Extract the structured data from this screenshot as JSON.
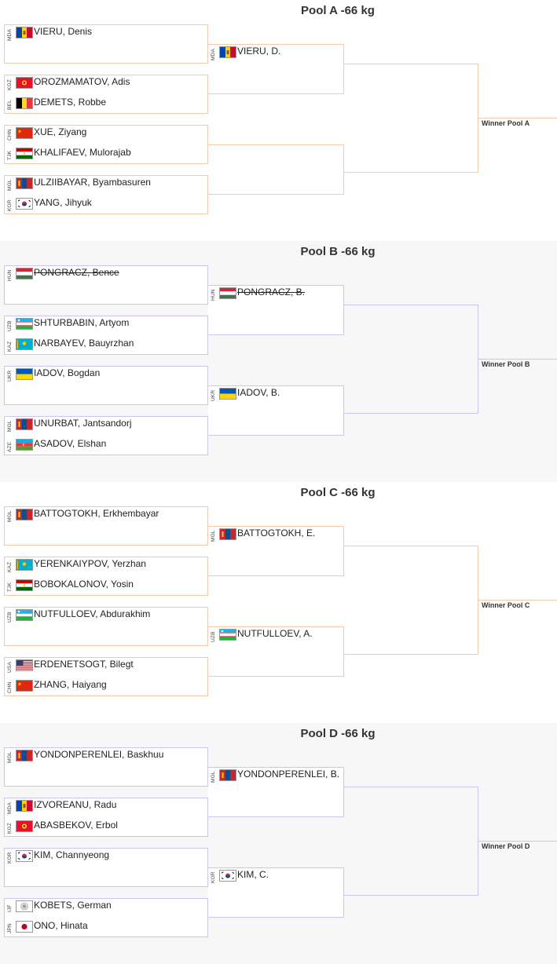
{
  "pools": [
    {
      "title": "Pool A -66 kg",
      "winner_label": "Winner Pool A",
      "matches": [
        {
          "a": {
            "code": "MDA",
            "flag": "mda",
            "name": "VIERU, Denis"
          },
          "b": null
        },
        {
          "a": {
            "code": "KGZ",
            "flag": "kgz",
            "name": "OROZMAMATOV, Adis"
          },
          "b": {
            "code": "BEL",
            "flag": "bel",
            "name": "DEMETS, Robbe"
          }
        },
        {
          "a": {
            "code": "CHN",
            "flag": "chn",
            "name": "XUE, Ziyang"
          },
          "b": {
            "code": "TJK",
            "flag": "tjk",
            "name": "KHALIFAEV, Mulorajab"
          }
        },
        {
          "a": {
            "code": "MGL",
            "flag": "mgl",
            "name": "ULZIIBAYAR, Byambasuren"
          },
          "b": {
            "code": "KOR",
            "flag": "kor",
            "name": "YANG, Jihyuk"
          }
        }
      ],
      "advancers": [
        {
          "code": "MDA",
          "flag": "mda",
          "name": "VIERU, D."
        },
        null
      ]
    },
    {
      "title": "Pool B -66 kg",
      "winner_label": "Winner Pool B",
      "matches": [
        {
          "a": {
            "code": "HUN",
            "flag": "hun",
            "name": "PONGRACZ, Bence",
            "struck": true
          },
          "b": null
        },
        {
          "a": {
            "code": "UZB",
            "flag": "uzb",
            "name": "SHTURBABIN, Artyom"
          },
          "b": {
            "code": "KAZ",
            "flag": "kaz",
            "name": "NARBAYEV, Bauyrzhan"
          }
        },
        {
          "a": {
            "code": "UKR",
            "flag": "ukr",
            "name": "IADOV, Bogdan"
          },
          "b": null
        },
        {
          "a": {
            "code": "MGL",
            "flag": "mgl",
            "name": "UNURBAT, Jantsandorj"
          },
          "b": {
            "code": "AZE",
            "flag": "aze",
            "name": "ASADOV, Elshan"
          }
        }
      ],
      "advancers": [
        {
          "code": "HUN",
          "flag": "hun",
          "name": "PONGRACZ, B.",
          "struck": true
        },
        {
          "code": "UKR",
          "flag": "ukr",
          "name": "IADOV, B."
        }
      ]
    },
    {
      "title": "Pool C -66 kg",
      "winner_label": "Winner Pool C",
      "matches": [
        {
          "a": {
            "code": "MGL",
            "flag": "mgl",
            "name": "BATTOGTOKH, Erkhembayar"
          },
          "b": null
        },
        {
          "a": {
            "code": "KAZ",
            "flag": "kaz",
            "name": "YERENKAIYPOV, Yerzhan"
          },
          "b": {
            "code": "TJK",
            "flag": "tjk",
            "name": "BOBOKALONOV, Yosin"
          }
        },
        {
          "a": {
            "code": "UZB",
            "flag": "uzb",
            "name": "NUTFULLOEV, Abdurakhim"
          },
          "b": null
        },
        {
          "a": {
            "code": "USA",
            "flag": "usa",
            "name": "ERDENETSOGT, Bilegt"
          },
          "b": {
            "code": "CHN",
            "flag": "chn",
            "name": "ZHANG, Haiyang"
          }
        }
      ],
      "advancers": [
        {
          "code": "MGL",
          "flag": "mgl",
          "name": "BATTOGTOKH, E."
        },
        {
          "code": "UZB",
          "flag": "uzb",
          "name": "NUTFULLOEV, A."
        }
      ]
    },
    {
      "title": "Pool D -66 kg",
      "winner_label": "Winner Pool D",
      "matches": [
        {
          "a": {
            "code": "MGL",
            "flag": "mgl",
            "name": "YONDONPERENLEI, Baskhuu"
          },
          "b": null
        },
        {
          "a": {
            "code": "MDA",
            "flag": "mda",
            "name": "IZVOREANU, Radu"
          },
          "b": {
            "code": "KGZ",
            "flag": "kgz",
            "name": "ABASBEKOV, Erbol"
          }
        },
        {
          "a": {
            "code": "KOR",
            "flag": "kor",
            "name": "KIM, Channyeong"
          },
          "b": null
        },
        {
          "a": {
            "code": "IJF",
            "flag": "ijf",
            "name": "KOBETS, German"
          },
          "b": {
            "code": "JPN",
            "flag": "jpn",
            "name": "ONO, Hinata"
          }
        }
      ],
      "advancers": [
        {
          "code": "MGL",
          "flag": "mgl",
          "name": "YONDONPERENLEI, B."
        },
        {
          "code": "KOR",
          "flag": "kor",
          "name": "KIM, C."
        }
      ]
    }
  ],
  "colors": {
    "orange_border": "#f2c9ad",
    "blue_border": "#c7c7f0"
  }
}
